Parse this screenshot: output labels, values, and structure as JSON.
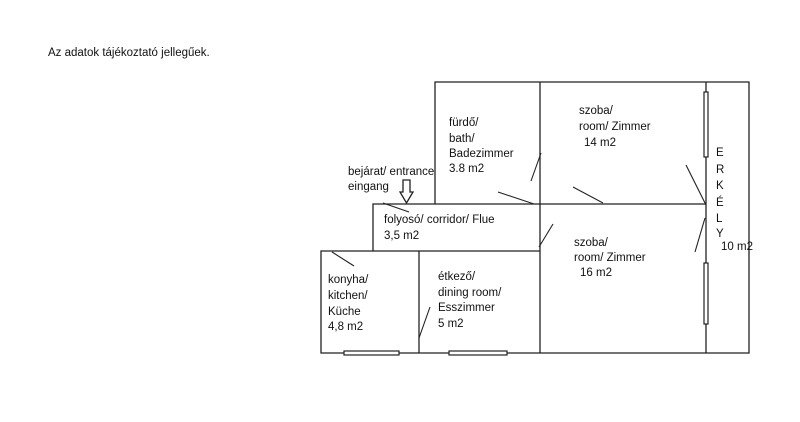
{
  "note": "Az adatok tájékoztató jellegűek.",
  "rooms": {
    "bath": {
      "lines": [
        "fürdő/",
        "bath/",
        "Badezimmer",
        "3.8 m2"
      ]
    },
    "room14": {
      "lines": [
        "szoba/",
        "room/ Zimmer",
        "14 m2"
      ]
    },
    "entrance": {
      "lines": [
        "bejárat/ entrance",
        "eingang"
      ]
    },
    "corridor": {
      "lines": [
        "folyosó/ corridor/ Flue",
        "3,5 m2"
      ]
    },
    "room16": {
      "lines": [
        "szoba/",
        "room/ Zimmer",
        "16 m2"
      ]
    },
    "kitchen": {
      "lines": [
        "konyha/",
        "kitchen/",
        "Küche",
        "4,8 m2"
      ]
    },
    "dining": {
      "lines": [
        "étkező/",
        "dining room/",
        "Esszimmer",
        "5 m2"
      ]
    },
    "balcony": {
      "letters": [
        "E",
        "R",
        "K",
        "É",
        "L",
        "Y"
      ],
      "area": "10 m2"
    }
  }
}
